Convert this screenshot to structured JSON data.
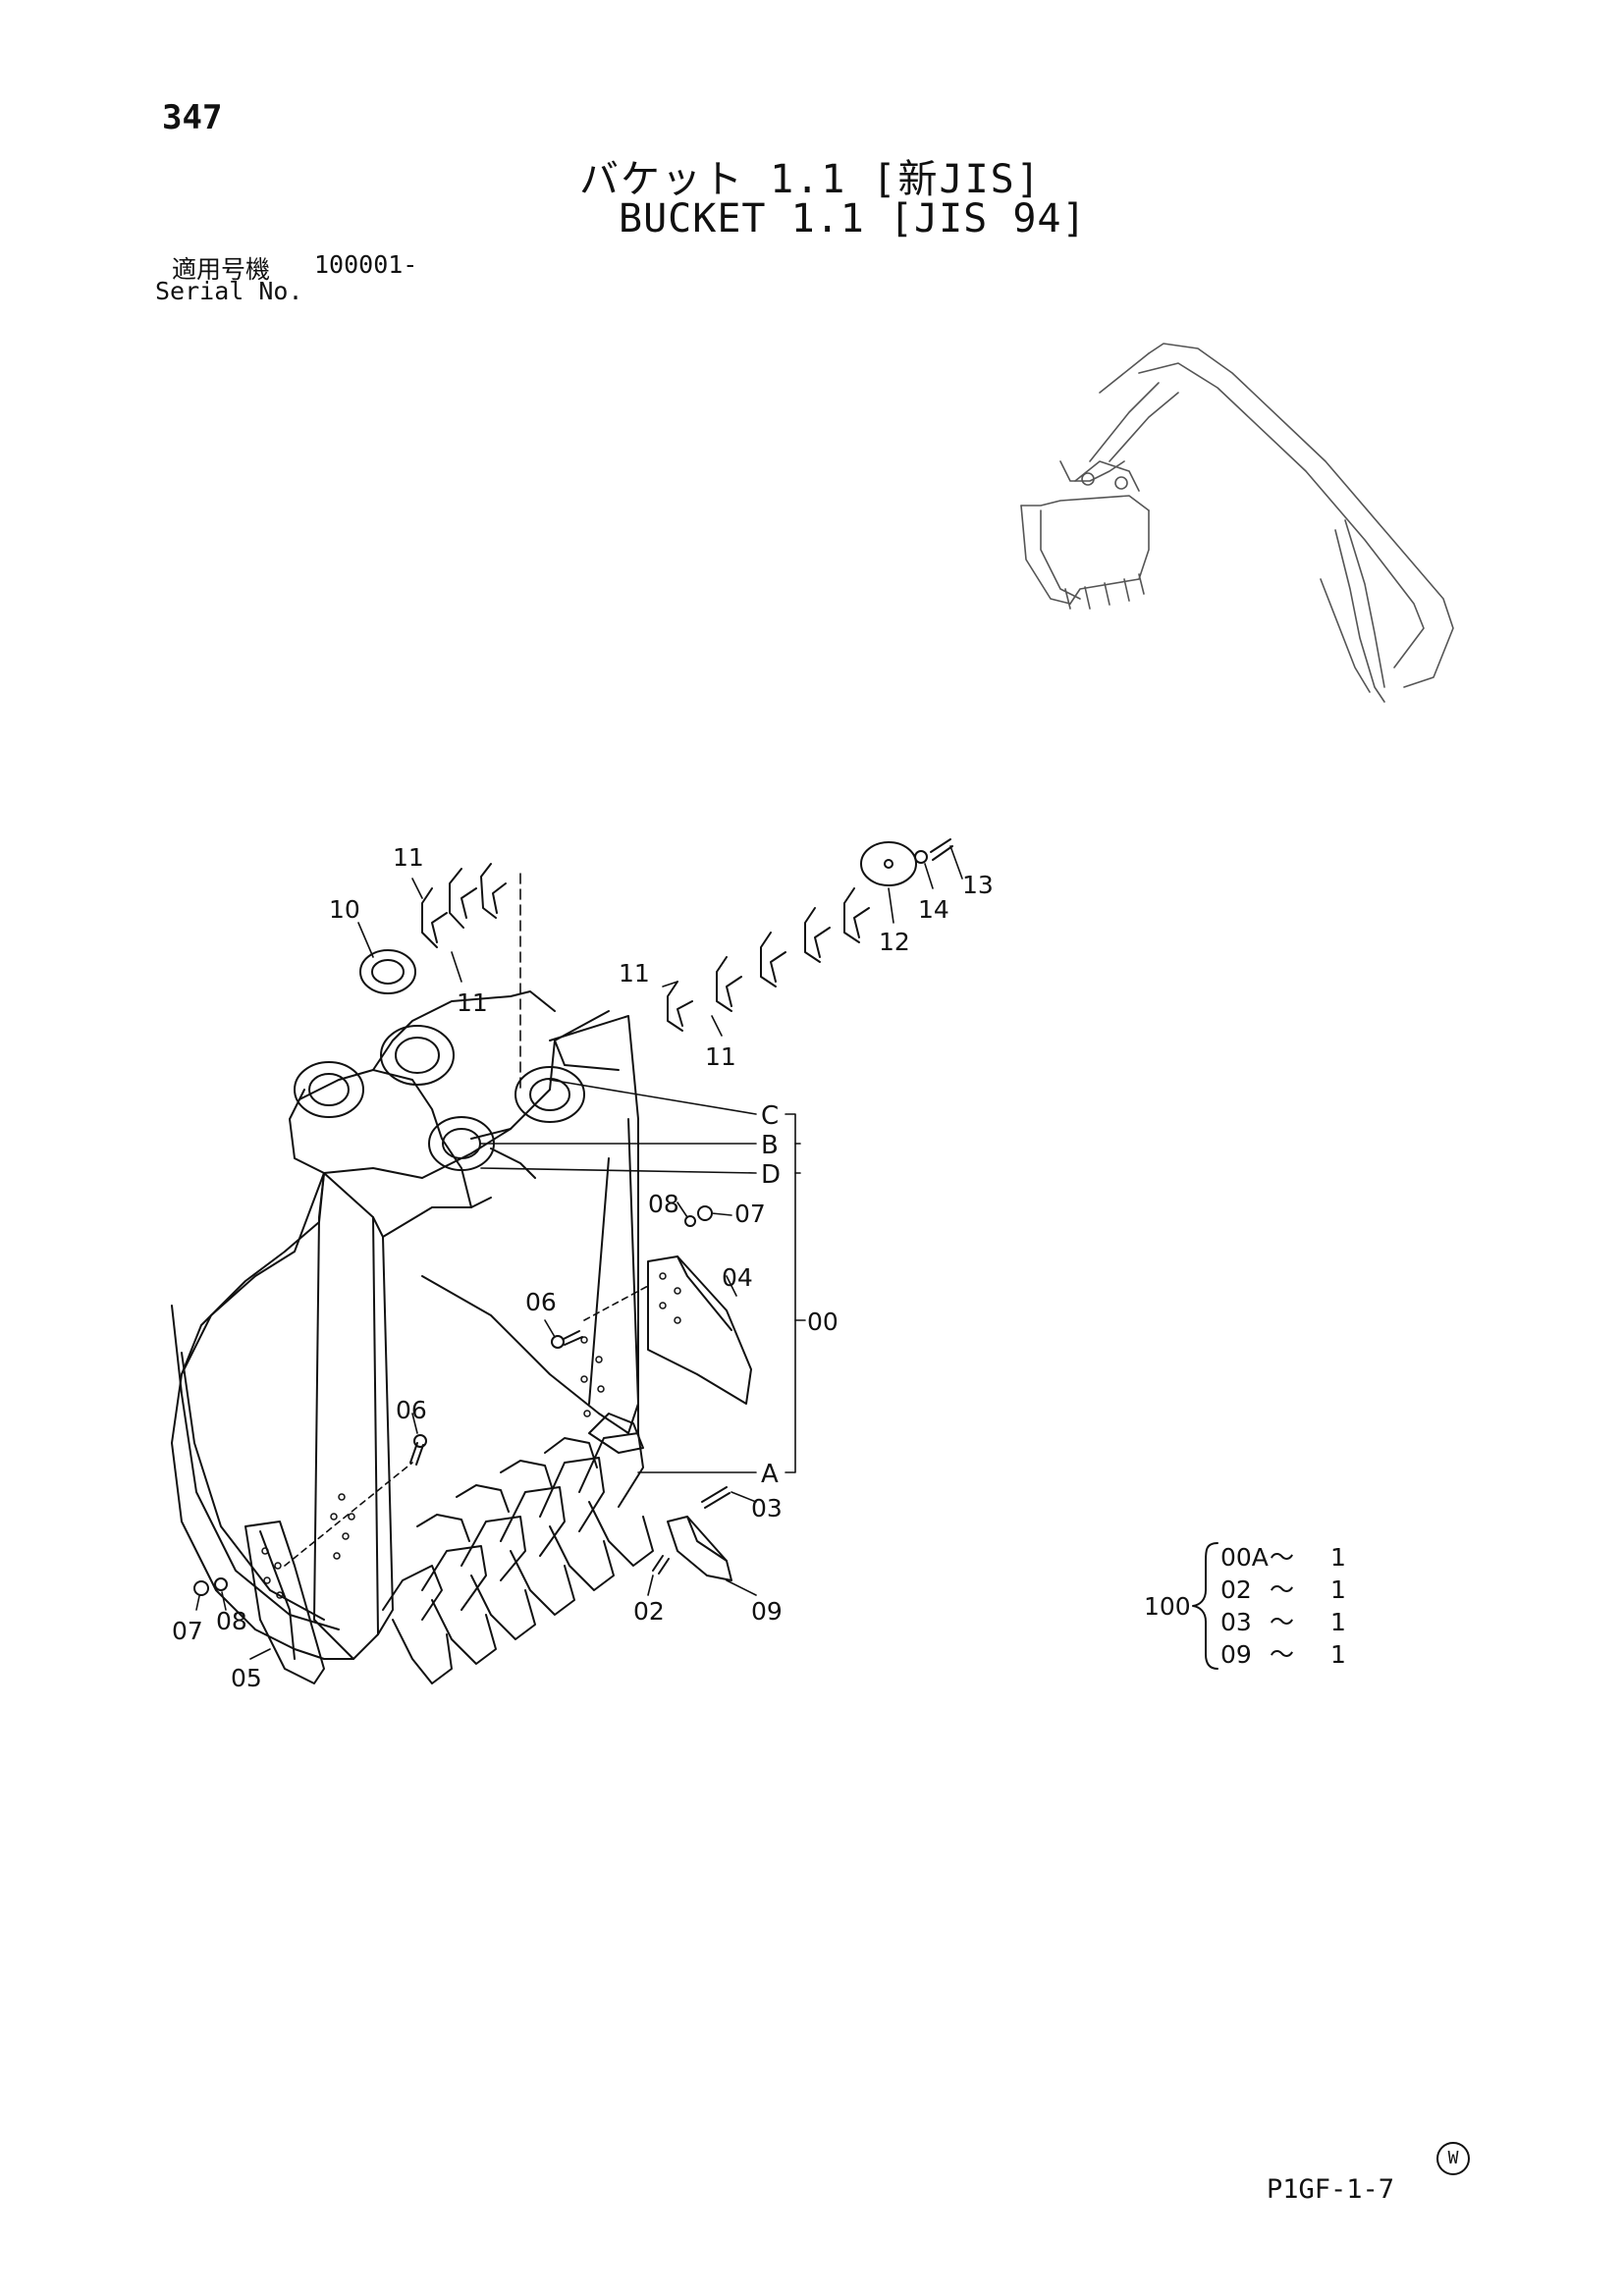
{
  "header": {
    "page_number": "347",
    "title_jp": "バケット 1.1 [新JIS]",
    "title_en": "BUCKET 1.1 [JIS 94]",
    "serial_label_jp": "適用号機",
    "serial_value": "100001-",
    "serial_label_en": "Serial No."
  },
  "callouts": {
    "p11a": "11",
    "p10": "10",
    "p11b": "11",
    "p11c": "11",
    "p11d": "11",
    "p12": "12",
    "p13": "13",
    "p14": "14",
    "p08a": "08",
    "p07a": "07",
    "p04": "04",
    "p06a": "06",
    "p00": "00",
    "p06b": "06",
    "p03": "03",
    "p02": "02",
    "p09": "09",
    "p07b": "07",
    "p08b": "08",
    "p05": "05",
    "C": "C",
    "B": "B",
    "D": "D",
    "A": "A"
  },
  "kit_table": {
    "kit_number": "100",
    "rows": [
      {
        "part": "00A",
        "sep": "～",
        "qty": "1"
      },
      {
        "part": "02",
        "sep": "～",
        "qty": "1"
      },
      {
        "part": "03",
        "sep": "～",
        "qty": "1"
      },
      {
        "part": "09",
        "sep": "～",
        "qty": "1"
      }
    ]
  },
  "footer": {
    "watermark": "W",
    "code": "P1GF-1-7"
  }
}
